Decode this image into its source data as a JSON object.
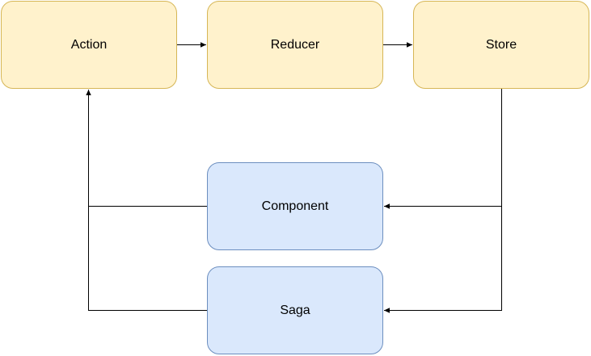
{
  "diagram": {
    "nodes": {
      "action": {
        "label": "Action",
        "fill": "#fff2cc",
        "stroke": "#d6b656"
      },
      "reducer": {
        "label": "Reducer",
        "fill": "#fff2cc",
        "stroke": "#d6b656"
      },
      "store": {
        "label": "Store",
        "fill": "#fff2cc",
        "stroke": "#d6b656"
      },
      "component": {
        "label": "Component",
        "fill": "#dae8fc",
        "stroke": "#6c8ebf"
      },
      "saga": {
        "label": "Saga",
        "fill": "#dae8fc",
        "stroke": "#6c8ebf"
      }
    },
    "edges": [
      {
        "from": "Action",
        "to": "Reducer"
      },
      {
        "from": "Reducer",
        "to": "Store"
      },
      {
        "from": "Store",
        "to": "Component"
      },
      {
        "from": "Store",
        "to": "Saga"
      },
      {
        "from": "Component",
        "to": "Action"
      },
      {
        "from": "Saga",
        "to": "Action"
      }
    ],
    "edge_color": "#000000"
  }
}
